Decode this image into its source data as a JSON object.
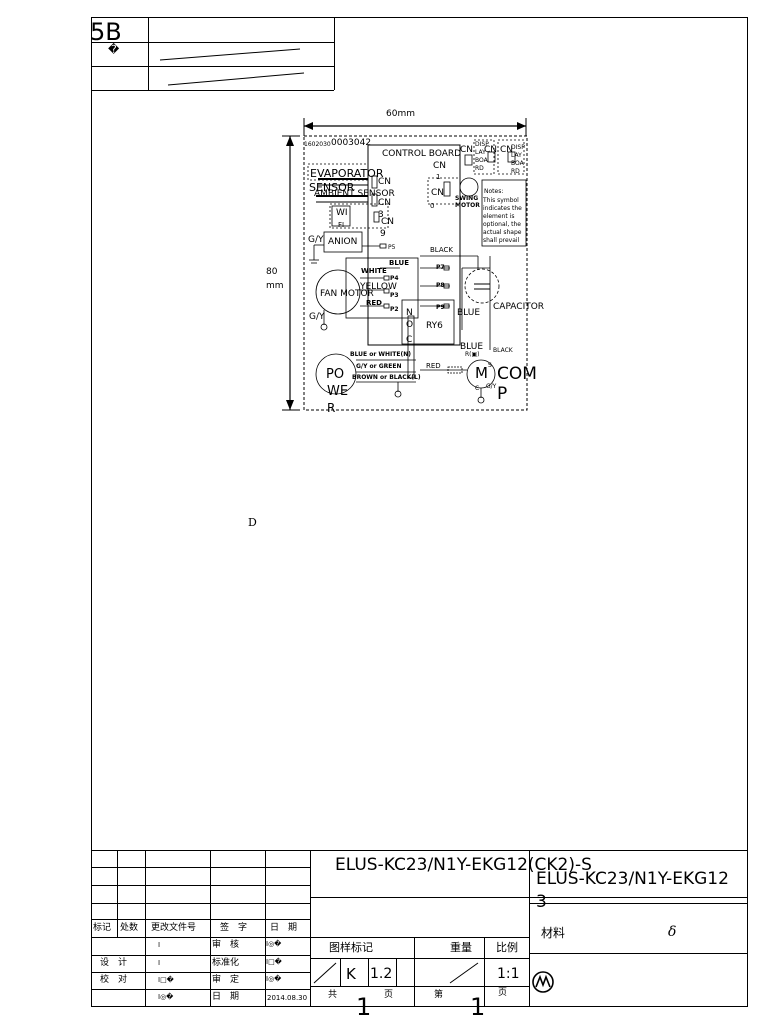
{
  "corner": {
    "sheet_mark": "5B",
    "glyph_a": "",
    "glyph_b": "�"
  },
  "diagram": {
    "width_dim": "60mm",
    "height_dim_a": "80",
    "height_dim_b": "mm",
    "part_code_small": "1602030",
    "part_code_big": "0003042",
    "control_board": "CONTROL BOARD",
    "cn_top1": "CN",
    "cn_top2": "CN",
    "cn_top3": "CN",
    "cn_mid": "CN",
    "cn_mid_num": "1",
    "cn_swing": "CN",
    "cn_swing_num": "0",
    "disp_box1": "DISP LAY BOA RD",
    "disp_box2": "DISP LAY BOA RD",
    "evaporator": "EVAPORATOR",
    "sensor": "SENSOR",
    "ambient_sensor": "AMBIENT SENSOR",
    "cn_evap": "CN",
    "cn_amb": "CN",
    "cn_amb_num": "3",
    "cn_wifi": "CN",
    "wifi_a": "WI",
    "wifi_b": "FI",
    "cn_wifi_num": "9",
    "swing_motor_a": "SWING",
    "swing_motor_b": "MOTOR",
    "notes_title": "Notes:",
    "notes_body": "This symbol indicates the element is optional, the actual shape shall prevail",
    "gy_1": "G/Y",
    "anion": "ANION",
    "p5": "P5",
    "black_top": "BLACK",
    "blue_top": "BLUE",
    "white": "WHITE",
    "p4": "P4",
    "yellow": "YELLOW",
    "p3": "P3",
    "red": "RED",
    "p2": "P2",
    "p7": "P7",
    "p8": "P8",
    "p9": "P9",
    "fan_motor": "FAN MOTOR",
    "gy_2": "G/Y",
    "n_label": "N",
    "o_label": "O",
    "c_label": "C",
    "ry6": "RY6",
    "blue_mid": "BLUE",
    "capacitor": "CAPACITOR",
    "black_right": "BLACK",
    "blue_right": "BLUE",
    "r_m": "R(▣)",
    "blue_or_white": "BLUE or WHITE(N)",
    "gy_or_green": "G/Y or GREEN",
    "brown_or_black": "BROWN or BLACK(L)",
    "red_bottom": "RED",
    "s_label": "S",
    "c_bottom": "C",
    "gy_3": "G/Y",
    "power_a": "PO",
    "power_b": "WE",
    "power_c": "R",
    "comp_m": "M",
    "comp_a": "COM",
    "comp_b": "P",
    "floating_d": "D"
  },
  "title_block": {
    "model_a": "ELUS-KC23/N1Y-EKG12(CK2)-S",
    "model_a_glyph": "",
    "model_b": "ELUS-KC23/N1Y-EKG12",
    "model_b_line2": "3",
    "name_glyph": "",
    "material_label": "材料",
    "material_value": "",
    "material_symbol": "δ",
    "h_mark": "标记",
    "h_count": "处数",
    "h_docno": "更改文件号",
    "h_sign": "签　字",
    "h_date": "日　期",
    "r_design_a": "",
    "r_design_v": "I",
    "r_review": "审　核",
    "r_review_v": "I◎�",
    "r_design": "设　计",
    "r_design2_v": "I",
    "r_standard": "标准化",
    "r_standard_v": "I□�",
    "r_proof": "校　对",
    "r_proof_v": "I□�",
    "r_approve": "审　定",
    "r_approve_v": "I◎�",
    "r_last_a": "",
    "r_last_v": "I◎�",
    "r_date": "日　期",
    "r_date_v": "2014.08.30",
    "pattern_mark": "图样标记",
    "weight": "重量",
    "scale": "比例",
    "k_label": "K",
    "version": "1.2",
    "scale_value": "1:1",
    "total": "共",
    "total_num": "1",
    "pages_a": "页",
    "sheet": "第",
    "sheet_num": "1",
    "pages_b": "页",
    "company": ""
  }
}
